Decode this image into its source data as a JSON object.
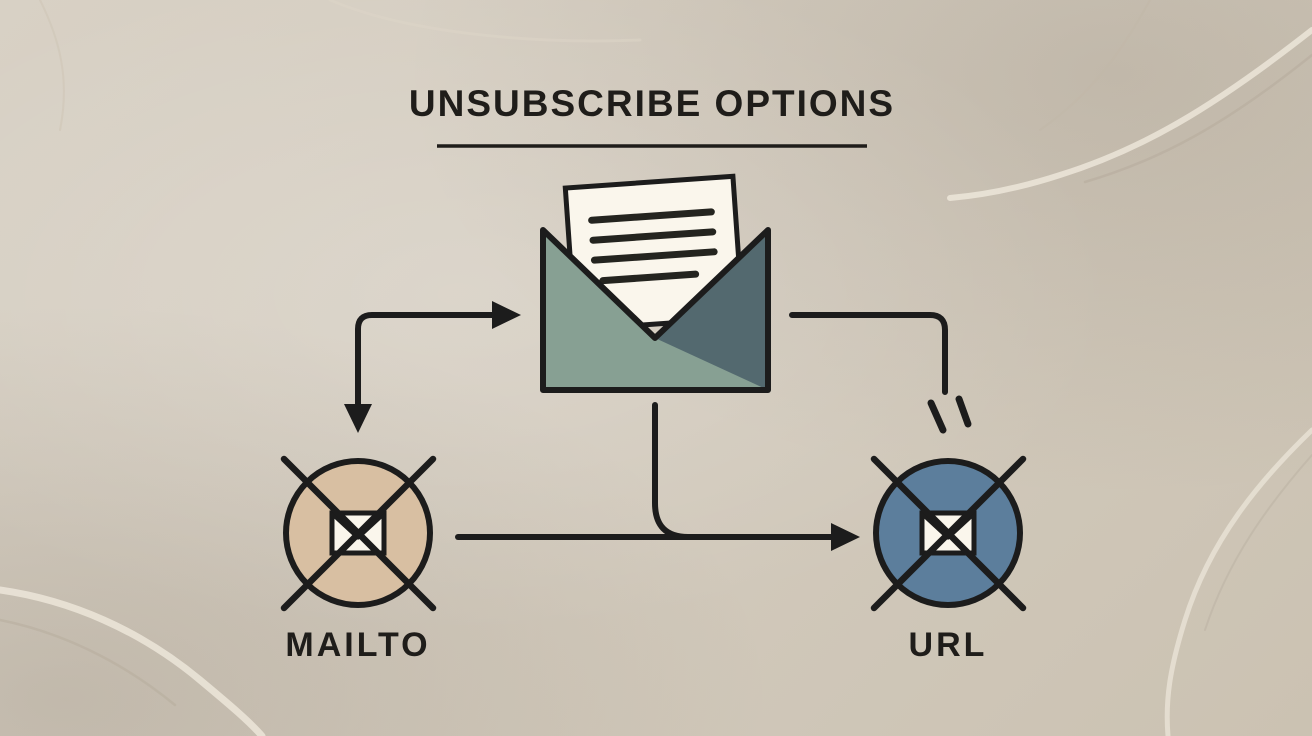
{
  "title": {
    "text": "UNSUBSCRIBE OPTIONS"
  },
  "nodes": {
    "email": {
      "icon": "open-envelope-with-letter"
    },
    "mailto": {
      "label": "MAILTO",
      "icon": "crossed-out-envelope"
    },
    "url": {
      "label": "URL",
      "icon": "crossed-out-envelope"
    }
  },
  "colors": {
    "background": "#d3cbbe",
    "ink": "#1c1c1c",
    "envelope_left": "#87a093",
    "envelope_right": "#53696f",
    "letter": "#faf6ec",
    "mailto_circle": "#d8bfa2",
    "url_circle": "#5c7e9c"
  }
}
